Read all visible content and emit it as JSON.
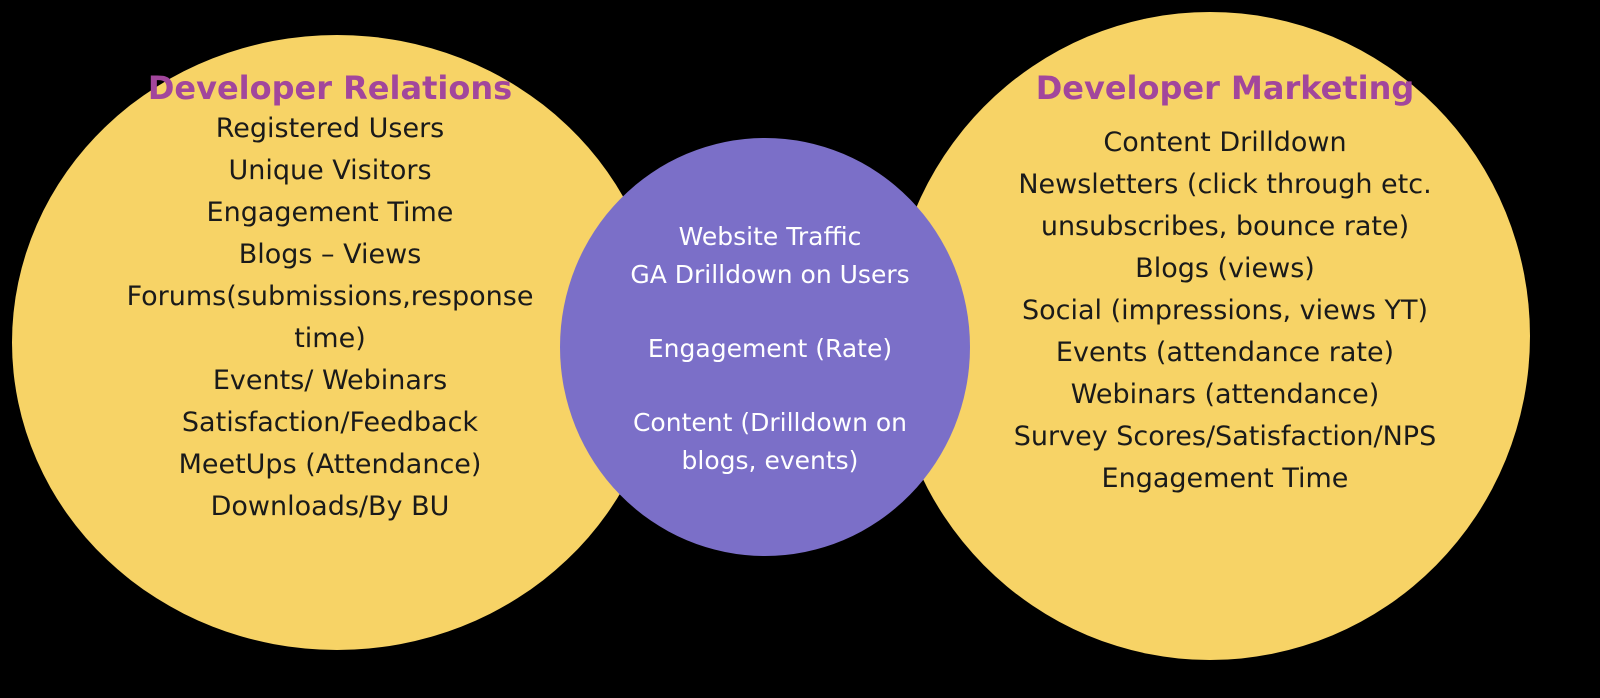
{
  "left": {
    "title": "Developer Relations",
    "items": [
      "Registered Users",
      "Unique Visitors",
      "Engagement Time",
      "Blogs – Views",
      "Forums(submissions,response time)",
      "Events/ Webinars",
      "Satisfaction/Feedback",
      "MeetUps (Attendance)",
      "Downloads/By BU"
    ]
  },
  "center": {
    "groups": [
      [
        "Website Traffic",
        "GA Drilldown on Users"
      ],
      [
        "Engagement (Rate)"
      ],
      [
        "Content (Drilldown on blogs, events)"
      ]
    ]
  },
  "right": {
    "title": "Developer Marketing",
    "items": [
      "Content Drilldown",
      "Newsletters (click through etc.",
      "unsubscribes, bounce rate)",
      "Blogs (views)",
      "Social (impressions, views YT)",
      "Events (attendance rate)",
      "Webinars (attendance)",
      "Survey Scores/Satisfaction/NPS",
      "Engagement Time"
    ]
  },
  "colors": {
    "background": "#000000",
    "outer_circle": "#f7d366",
    "center_circle": "#7b6fc8",
    "heading": "#a2469c",
    "item_text": "#1a1a1a",
    "center_text": "#ffffff"
  }
}
